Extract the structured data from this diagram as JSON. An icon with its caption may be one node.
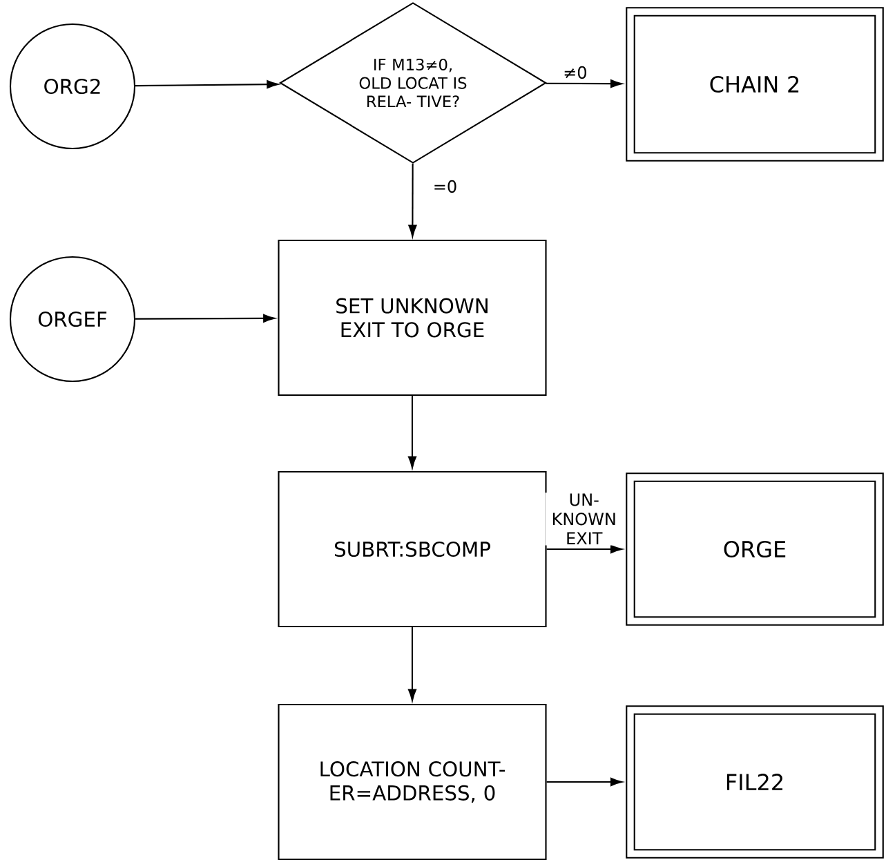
{
  "diagram": {
    "nodes": [
      {
        "text": [
          "ORG2"
        ]
      },
      {
        "text": [
          "IF M13≠0, OLD LOCAT IS RELA- TIVE?"
        ]
      },
      {
        "text": [
          "CHAIN 2"
        ]
      },
      {
        "text": [
          "ORGEF"
        ]
      },
      {
        "text": [
          "SET UNKNOWN EXIT TO ORGE"
        ]
      },
      {
        "text": [
          "SUBRT:SBCOMP"
        ]
      },
      {
        "text": [
          "ORGE"
        ]
      },
      {
        "text": [
          "LOCATION COUNT- ER=ADDRESS, 0"
        ]
      },
      {
        "text": [
          "FIL22"
        ]
      }
    ],
    "edges": [
      {
        "from": 0,
        "to": 1,
        "arrow": "to"
      },
      {
        "from": 1,
        "to": 2,
        "arrow": "to",
        "label": "≠0"
      },
      {
        "from": 1,
        "to": 4,
        "arrow": "to",
        "label": "=0"
      },
      {
        "from": 3,
        "to": 4,
        "arrow": "to"
      },
      {
        "from": 4,
        "to": 5,
        "arrow": "to"
      },
      {
        "from": 5,
        "to": 6,
        "arrow": "to",
        "label": "UN- KNOWN EXIT"
      },
      {
        "from": 5,
        "to": 7,
        "arrow": "to"
      },
      {
        "from": 7,
        "to": 8,
        "arrow": "to"
      }
    ]
  }
}
